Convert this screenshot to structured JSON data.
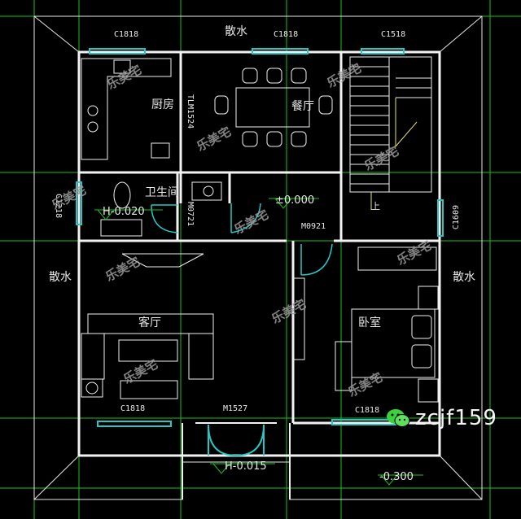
{
  "labels": {
    "sanshui_top": "散水",
    "sanshui_left": "散水",
    "sanshui_right": "散水",
    "kitchen": "厨房",
    "dining": "餐厅",
    "bathroom": "卫生间",
    "living": "客厅",
    "bedroom": "卧室",
    "up": "上"
  },
  "windows": {
    "c1818_top_left": "C1818",
    "c1818_top_mid": "C1818",
    "c1518_top_right": "C1518",
    "c1218_left": "C1218",
    "c1818_bottom_left": "C1818",
    "c1818_bottom_right": "C1818",
    "c1609_right": "C1609"
  },
  "doors": {
    "tlm1524": "TLM1524",
    "m0721": "M0721",
    "m0921": "M0921",
    "m1527": "M1527"
  },
  "elevations": {
    "floor": "±0.000",
    "bath": "H-0.020",
    "entry": "H-0.015",
    "outdoor": "-0.300"
  },
  "watermark": "乐美宅",
  "brand": "zcjf159",
  "colors": {
    "wall": "#f2f2f2",
    "grid": "#17c417",
    "window": "#27c7c7",
    "furniture": "#f0f0f0",
    "stair": "#e6e65a",
    "magenta": "#d23ad2"
  }
}
